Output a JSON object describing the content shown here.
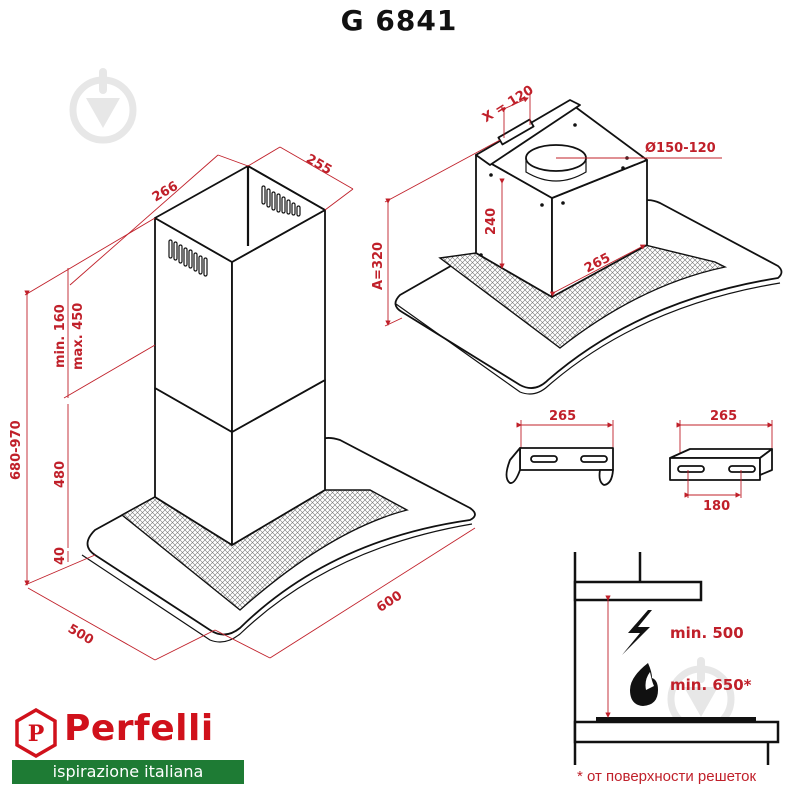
{
  "title": "G 6841",
  "main_view": {
    "chimney_width": "266",
    "chimney_depth": "255",
    "upper_chimney_overlap": [
      "min. 160",
      "max. 450"
    ],
    "total_height": "680-970",
    "lower_chimney_height": "480",
    "glass_thickness": "40",
    "hood_depth": "500",
    "hood_width": "600"
  },
  "motor_view": {
    "bracket_offset": "X = 120",
    "outlet_diameter": "Ø150-120",
    "housing_height": "240",
    "housing_width": "265",
    "overall_height": "A=320"
  },
  "brackets": [
    {
      "width": "265"
    },
    {
      "width": "265",
      "hole_spacing": "180"
    }
  ],
  "clearance": {
    "electric_min": "min. 500",
    "gas_min": "min. 650*",
    "footnote": "* от поверхности решеток"
  },
  "brand": {
    "name": "Perfelli",
    "tagline": "ispirazione italiana",
    "logo_letter": "P",
    "red": "#d0111b",
    "green": "#1e7b34"
  },
  "colors": {
    "dimension": "#c0202a",
    "outline": "#111111"
  }
}
